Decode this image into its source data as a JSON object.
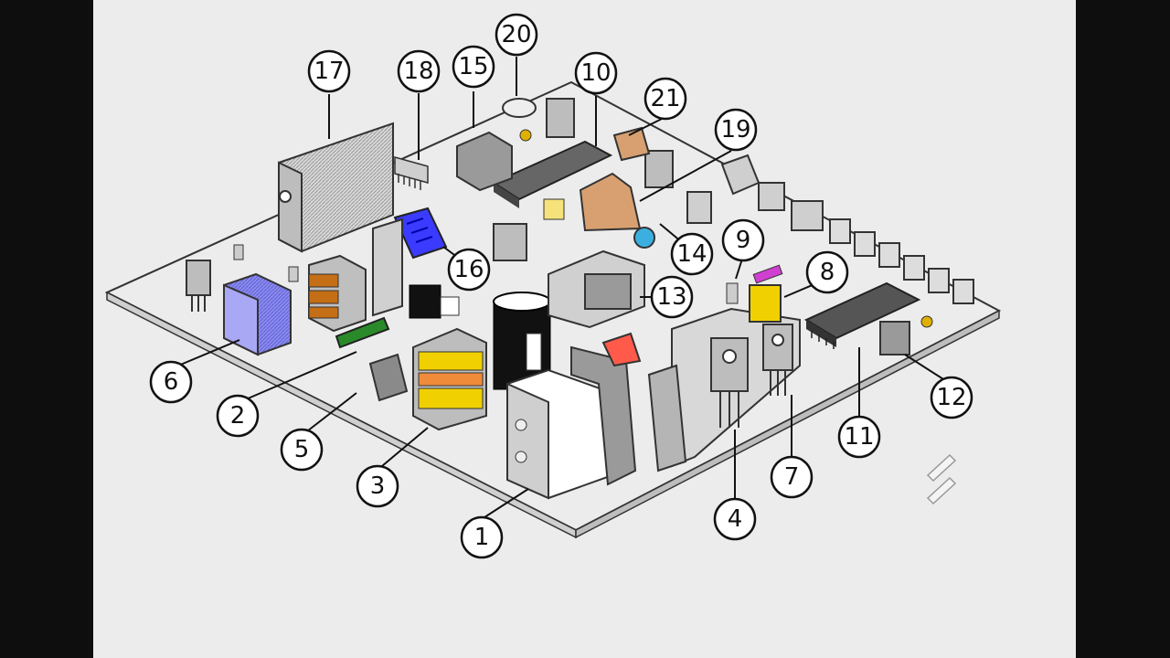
{
  "labels": [
    "1",
    "2",
    "3",
    "4",
    "5",
    "6",
    "7",
    "8",
    "9",
    "10",
    "11",
    "12",
    "13",
    "14",
    "15",
    "16",
    "17",
    "18",
    "19",
    "20",
    "21"
  ],
  "icons": {
    "pencil": "pencil-icon"
  }
}
